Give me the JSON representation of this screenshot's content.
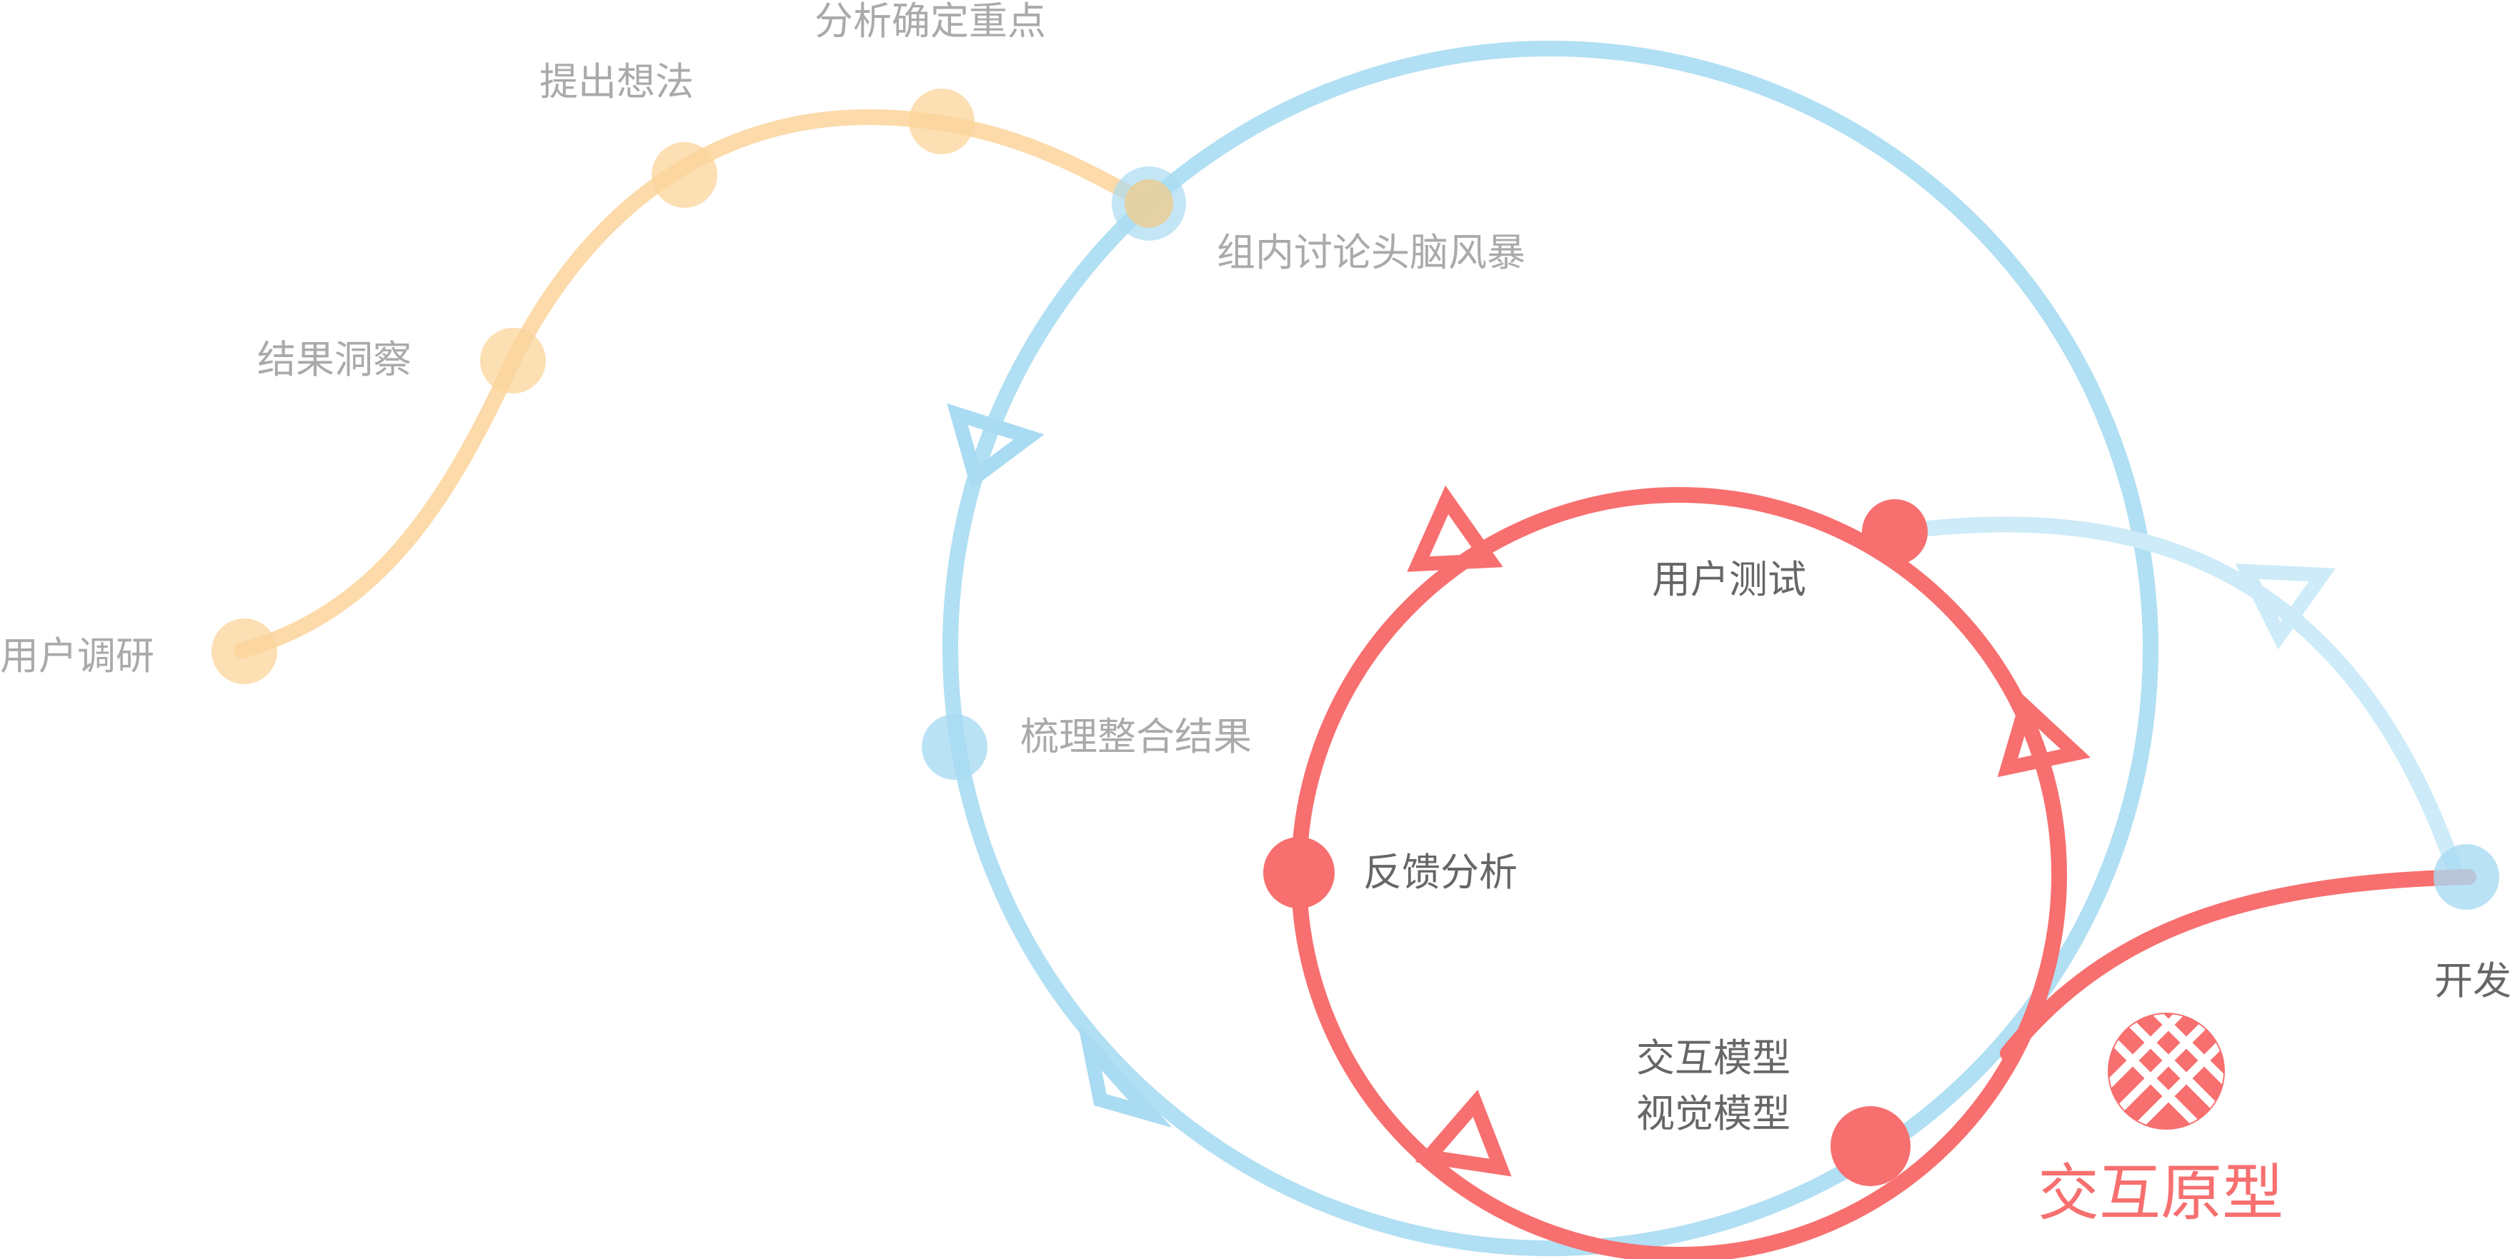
{
  "colors": {
    "orange": "#fcd49b",
    "blue": "#a9dbf2",
    "blue_light": "#cdebf8",
    "red": "#f76f6f",
    "label_gray": "#aaaaaa",
    "label_dark": "#666666"
  },
  "research_path": {
    "steps": [
      {
        "label": "用户调研"
      },
      {
        "label": "结果洞察"
      },
      {
        "label": "提出想法"
      },
      {
        "label": "分析确定重点"
      }
    ]
  },
  "design_loop": {
    "steps": [
      {
        "label": "组内讨论头脑风暴"
      },
      {
        "label": "梳理整合结果"
      }
    ]
  },
  "prototype_loop": {
    "steps": [
      {
        "label": "用户测试"
      },
      {
        "label": "反馈分析"
      },
      {
        "label": "交互模型"
      },
      {
        "label": "视觉模型"
      }
    ]
  },
  "output": {
    "development_label": "开发",
    "title": "交互原型",
    "emblem_icon": "crosshatch-badge-icon"
  }
}
